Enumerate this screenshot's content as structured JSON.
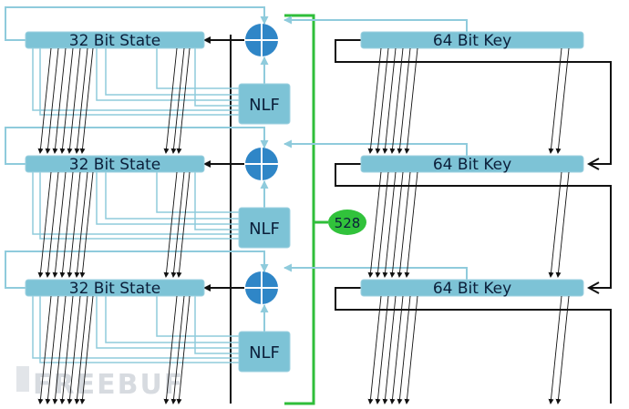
{
  "diagram": {
    "state_label": "32  Bit State",
    "key_label": "64 Bit Key",
    "nlf_label": "NLF",
    "rounds_badge": "528",
    "watermark": "FREEBUF"
  },
  "colors": {
    "box_fill": "#7dc3d6",
    "box_stroke": "#9ed1e0",
    "xor_fill": "#2f86c7",
    "xor_line": "#ffffff",
    "feedback_line": "#8fcbdc",
    "tap_line": "#111111",
    "round_bracket": "#2fbe3a",
    "badge_fill": "#31c23b"
  },
  "icons": {
    "xor_node": "circled-plus-icon",
    "arrow": "arrow-head-icon"
  }
}
